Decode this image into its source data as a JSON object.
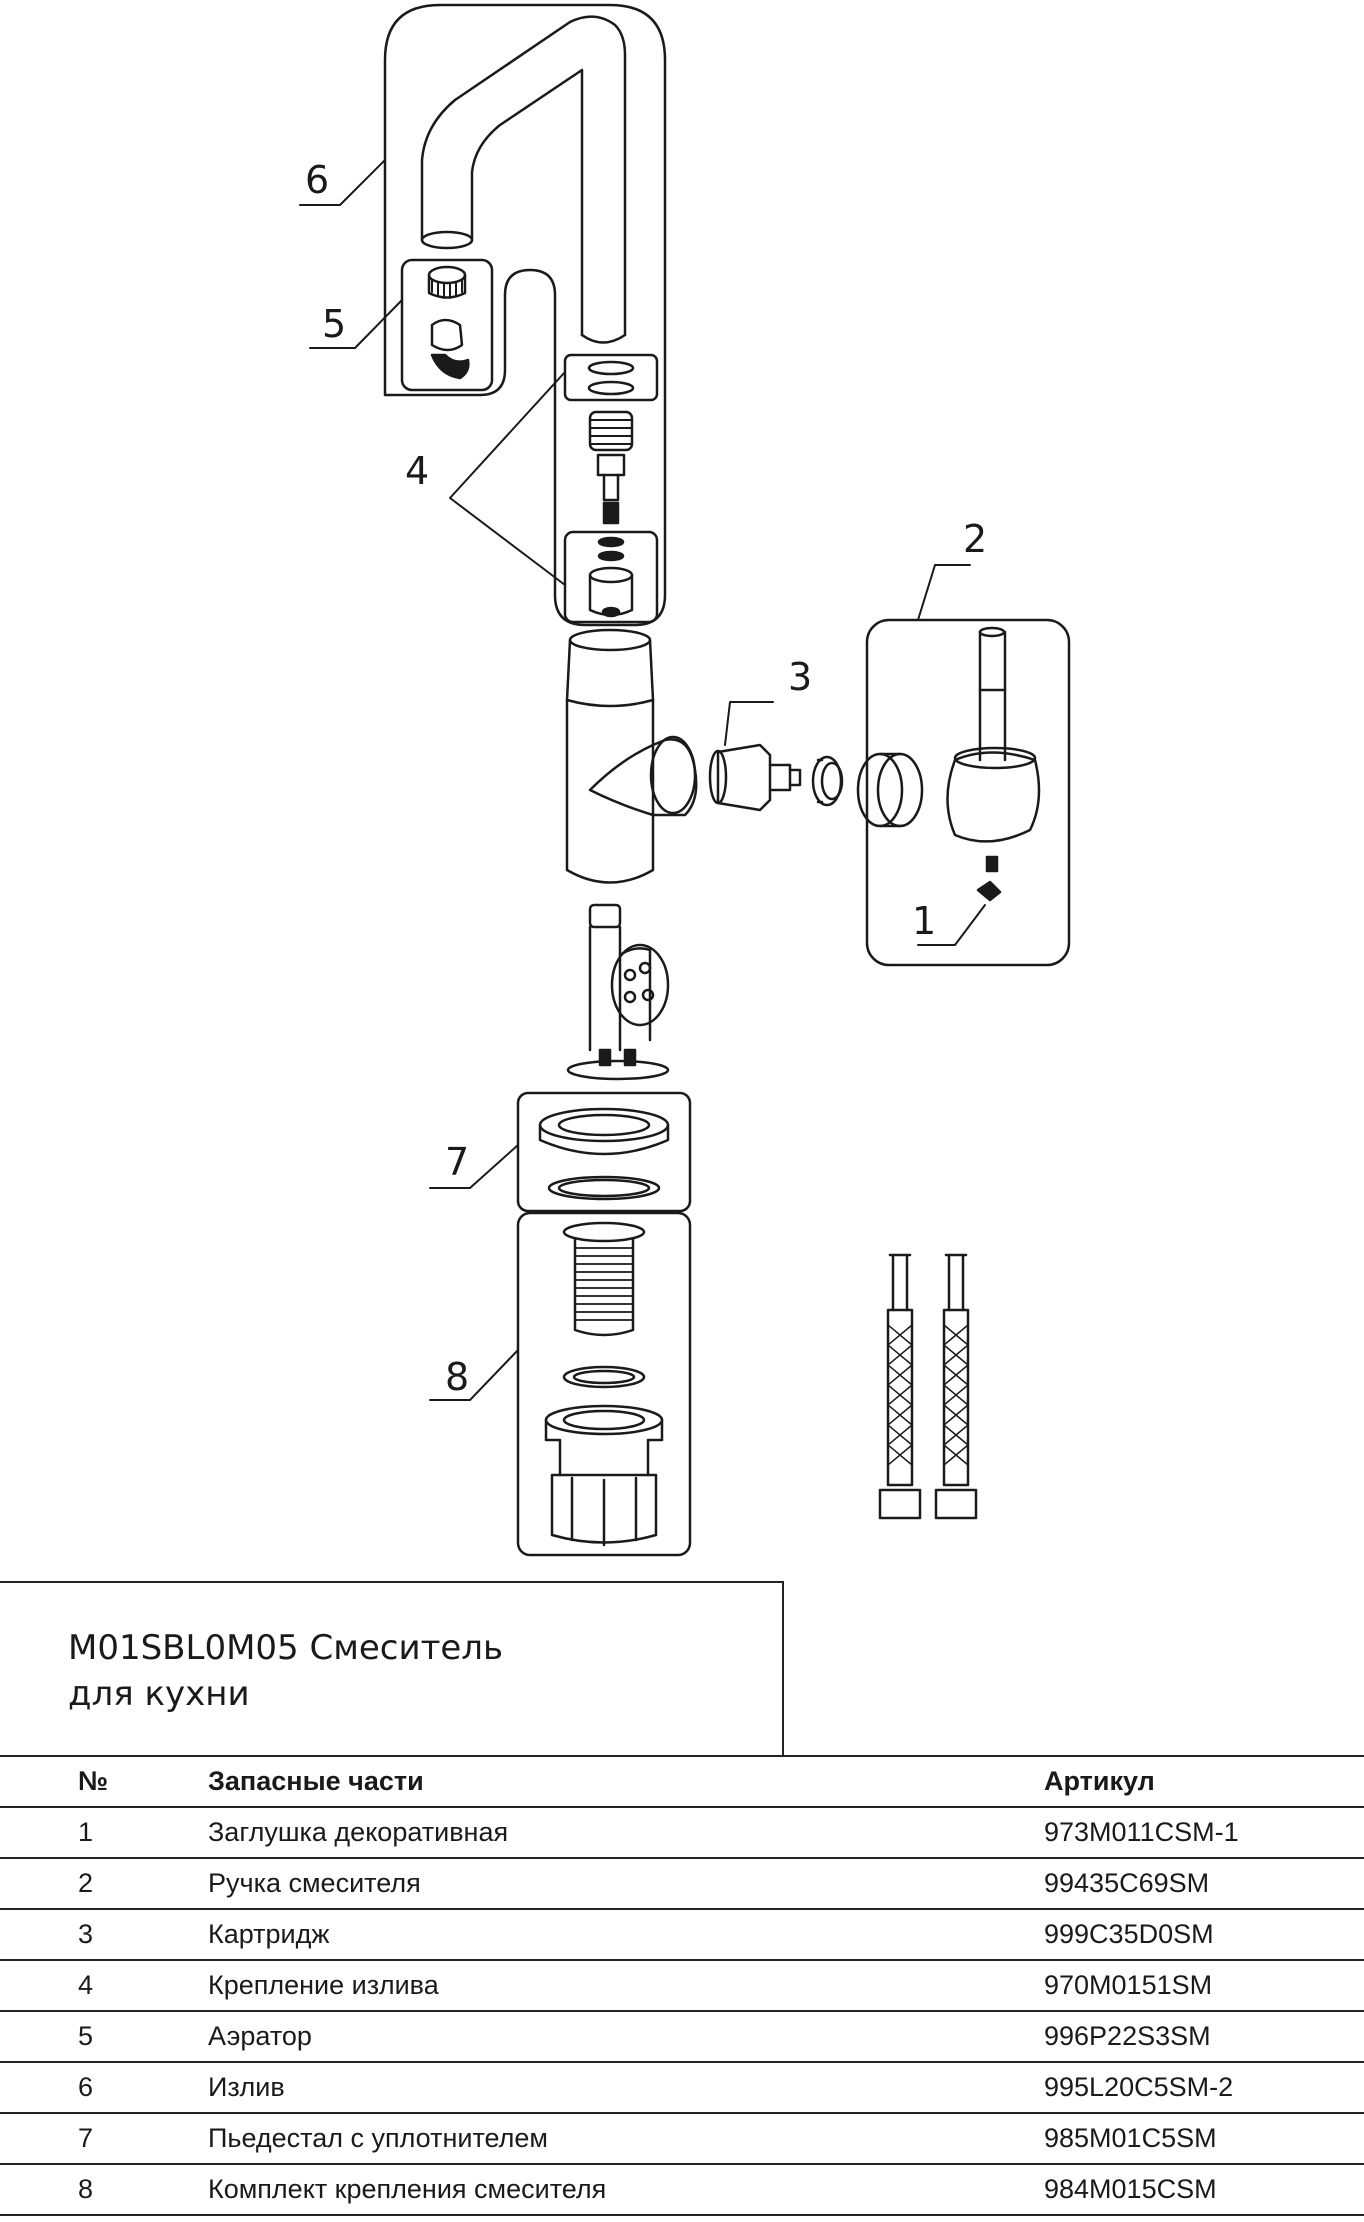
{
  "callouts": [
    "1",
    "2",
    "3",
    "4",
    "5",
    "6",
    "7",
    "8"
  ],
  "title": {
    "line1": "M01SBL0M05 Смеситель",
    "line2": "для кухни"
  },
  "table": {
    "headers": {
      "num": "№",
      "name": "Запасные части",
      "article": "Артикул"
    },
    "rows": [
      {
        "num": "1",
        "name": "Заглушка декоративная",
        "article": "973M011CSM-1"
      },
      {
        "num": "2",
        "name": "Ручка смесителя",
        "article": "99435C69SM"
      },
      {
        "num": "3",
        "name": "Картридж",
        "article": "999C35D0SM"
      },
      {
        "num": "4",
        "name": "Крепление излива",
        "article": "970M0151SM"
      },
      {
        "num": "5",
        "name": "Аэратор",
        "article": "996P22S3SM"
      },
      {
        "num": "6",
        "name": "Излив",
        "article": "995L20C5SM-2"
      },
      {
        "num": "7",
        "name": "Пьедестал с уплотнителем",
        "article": "985M01C5SM"
      },
      {
        "num": "8",
        "name": "Комплект крепления смесителя",
        "article": "984M015CSM"
      }
    ]
  }
}
